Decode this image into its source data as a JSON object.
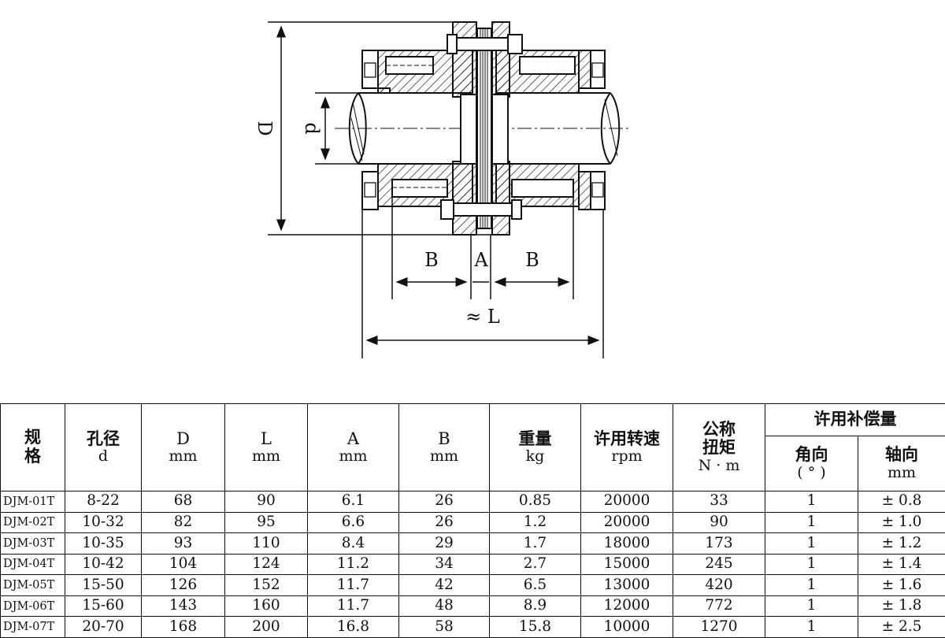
{
  "drawing": {
    "labels": {
      "D": "D",
      "d": "d",
      "B_left": "B",
      "A": "A",
      "B_right": "B",
      "L": "≈ L"
    }
  },
  "table": {
    "headers": {
      "spec": [
        "规",
        "格"
      ],
      "bore": {
        "title": "孔径",
        "unit": "d"
      },
      "D": {
        "title": "D",
        "unit": "mm"
      },
      "L": {
        "title": "L",
        "unit": "mm"
      },
      "A": {
        "title": "A",
        "unit": "mm"
      },
      "B": {
        "title": "B",
        "unit": "mm"
      },
      "weight": {
        "title": "重量",
        "unit": "kg"
      },
      "speed": {
        "title": "许用转速",
        "unit": "rpm"
      },
      "torque": {
        "title1": "公称",
        "title2": "扭矩",
        "unit": "N · m"
      },
      "comp": {
        "title": "许用补偿量"
      },
      "angular": {
        "title": "角向",
        "unit": "( ° )"
      },
      "axial": {
        "title": "轴向",
        "unit": "mm"
      }
    },
    "rows": [
      {
        "model": "DJM-01T",
        "bore": "8-22",
        "D": "68",
        "L": "90",
        "A": "6.1",
        "B": "26",
        "weight": "0.85",
        "speed": "20000",
        "torque": "33",
        "angular": "1",
        "axial": "± 0.8"
      },
      {
        "model": "DJM-02T",
        "bore": "10-32",
        "D": "82",
        "L": "95",
        "A": "6.6",
        "B": "26",
        "weight": "1.2",
        "speed": "20000",
        "torque": "90",
        "angular": "1",
        "axial": "± 1.0"
      },
      {
        "model": "DJM-03T",
        "bore": "10-35",
        "D": "93",
        "L": "110",
        "A": "8.4",
        "B": "29",
        "weight": "1.7",
        "speed": "18000",
        "torque": "173",
        "angular": "1",
        "axial": "± 1.2"
      },
      {
        "model": "DJM-04T",
        "bore": "10-42",
        "D": "104",
        "L": "124",
        "A": "11.2",
        "B": "34",
        "weight": "2.7",
        "speed": "15000",
        "torque": "245",
        "angular": "1",
        "axial": "± 1.4"
      },
      {
        "model": "DJM-05T",
        "bore": "15-50",
        "D": "126",
        "L": "152",
        "A": "11.7",
        "B": "42",
        "weight": "6.5",
        "speed": "13000",
        "torque": "420",
        "angular": "1",
        "axial": "± 1.6"
      },
      {
        "model": "DJM-06T",
        "bore": "15-60",
        "D": "143",
        "L": "160",
        "A": "11.7",
        "B": "48",
        "weight": "8.9",
        "speed": "12000",
        "torque": "772",
        "angular": "1",
        "axial": "± 1.8"
      },
      {
        "model": "DJM-07T",
        "bore": "20-70",
        "D": "168",
        "L": "200",
        "A": "16.8",
        "B": "58",
        "weight": "15.8",
        "speed": "10000",
        "torque": "1270",
        "angular": "1",
        "axial": "± 2.5"
      }
    ]
  }
}
